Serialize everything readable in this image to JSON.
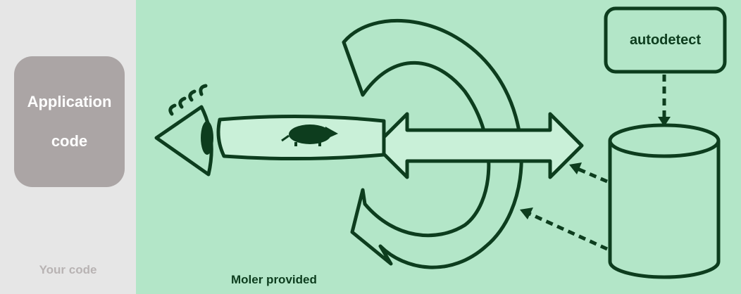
{
  "left": {
    "app_line1": "Application",
    "app_line2": "code",
    "footer": "Your code"
  },
  "right": {
    "footer": "Moler provided",
    "autodetect": "autodetect"
  },
  "colors": {
    "left_bg": "#e6e6e6",
    "right_bg": "#b3e6c8",
    "app_box": "#aba5a5",
    "stroke": "#0d3d1e",
    "arrow_fill": "#c9f0d8"
  },
  "icons": [
    "eye-icon",
    "mole-icon",
    "curved-arrow-icon",
    "double-arrow-icon",
    "database-cylinder-icon"
  ]
}
